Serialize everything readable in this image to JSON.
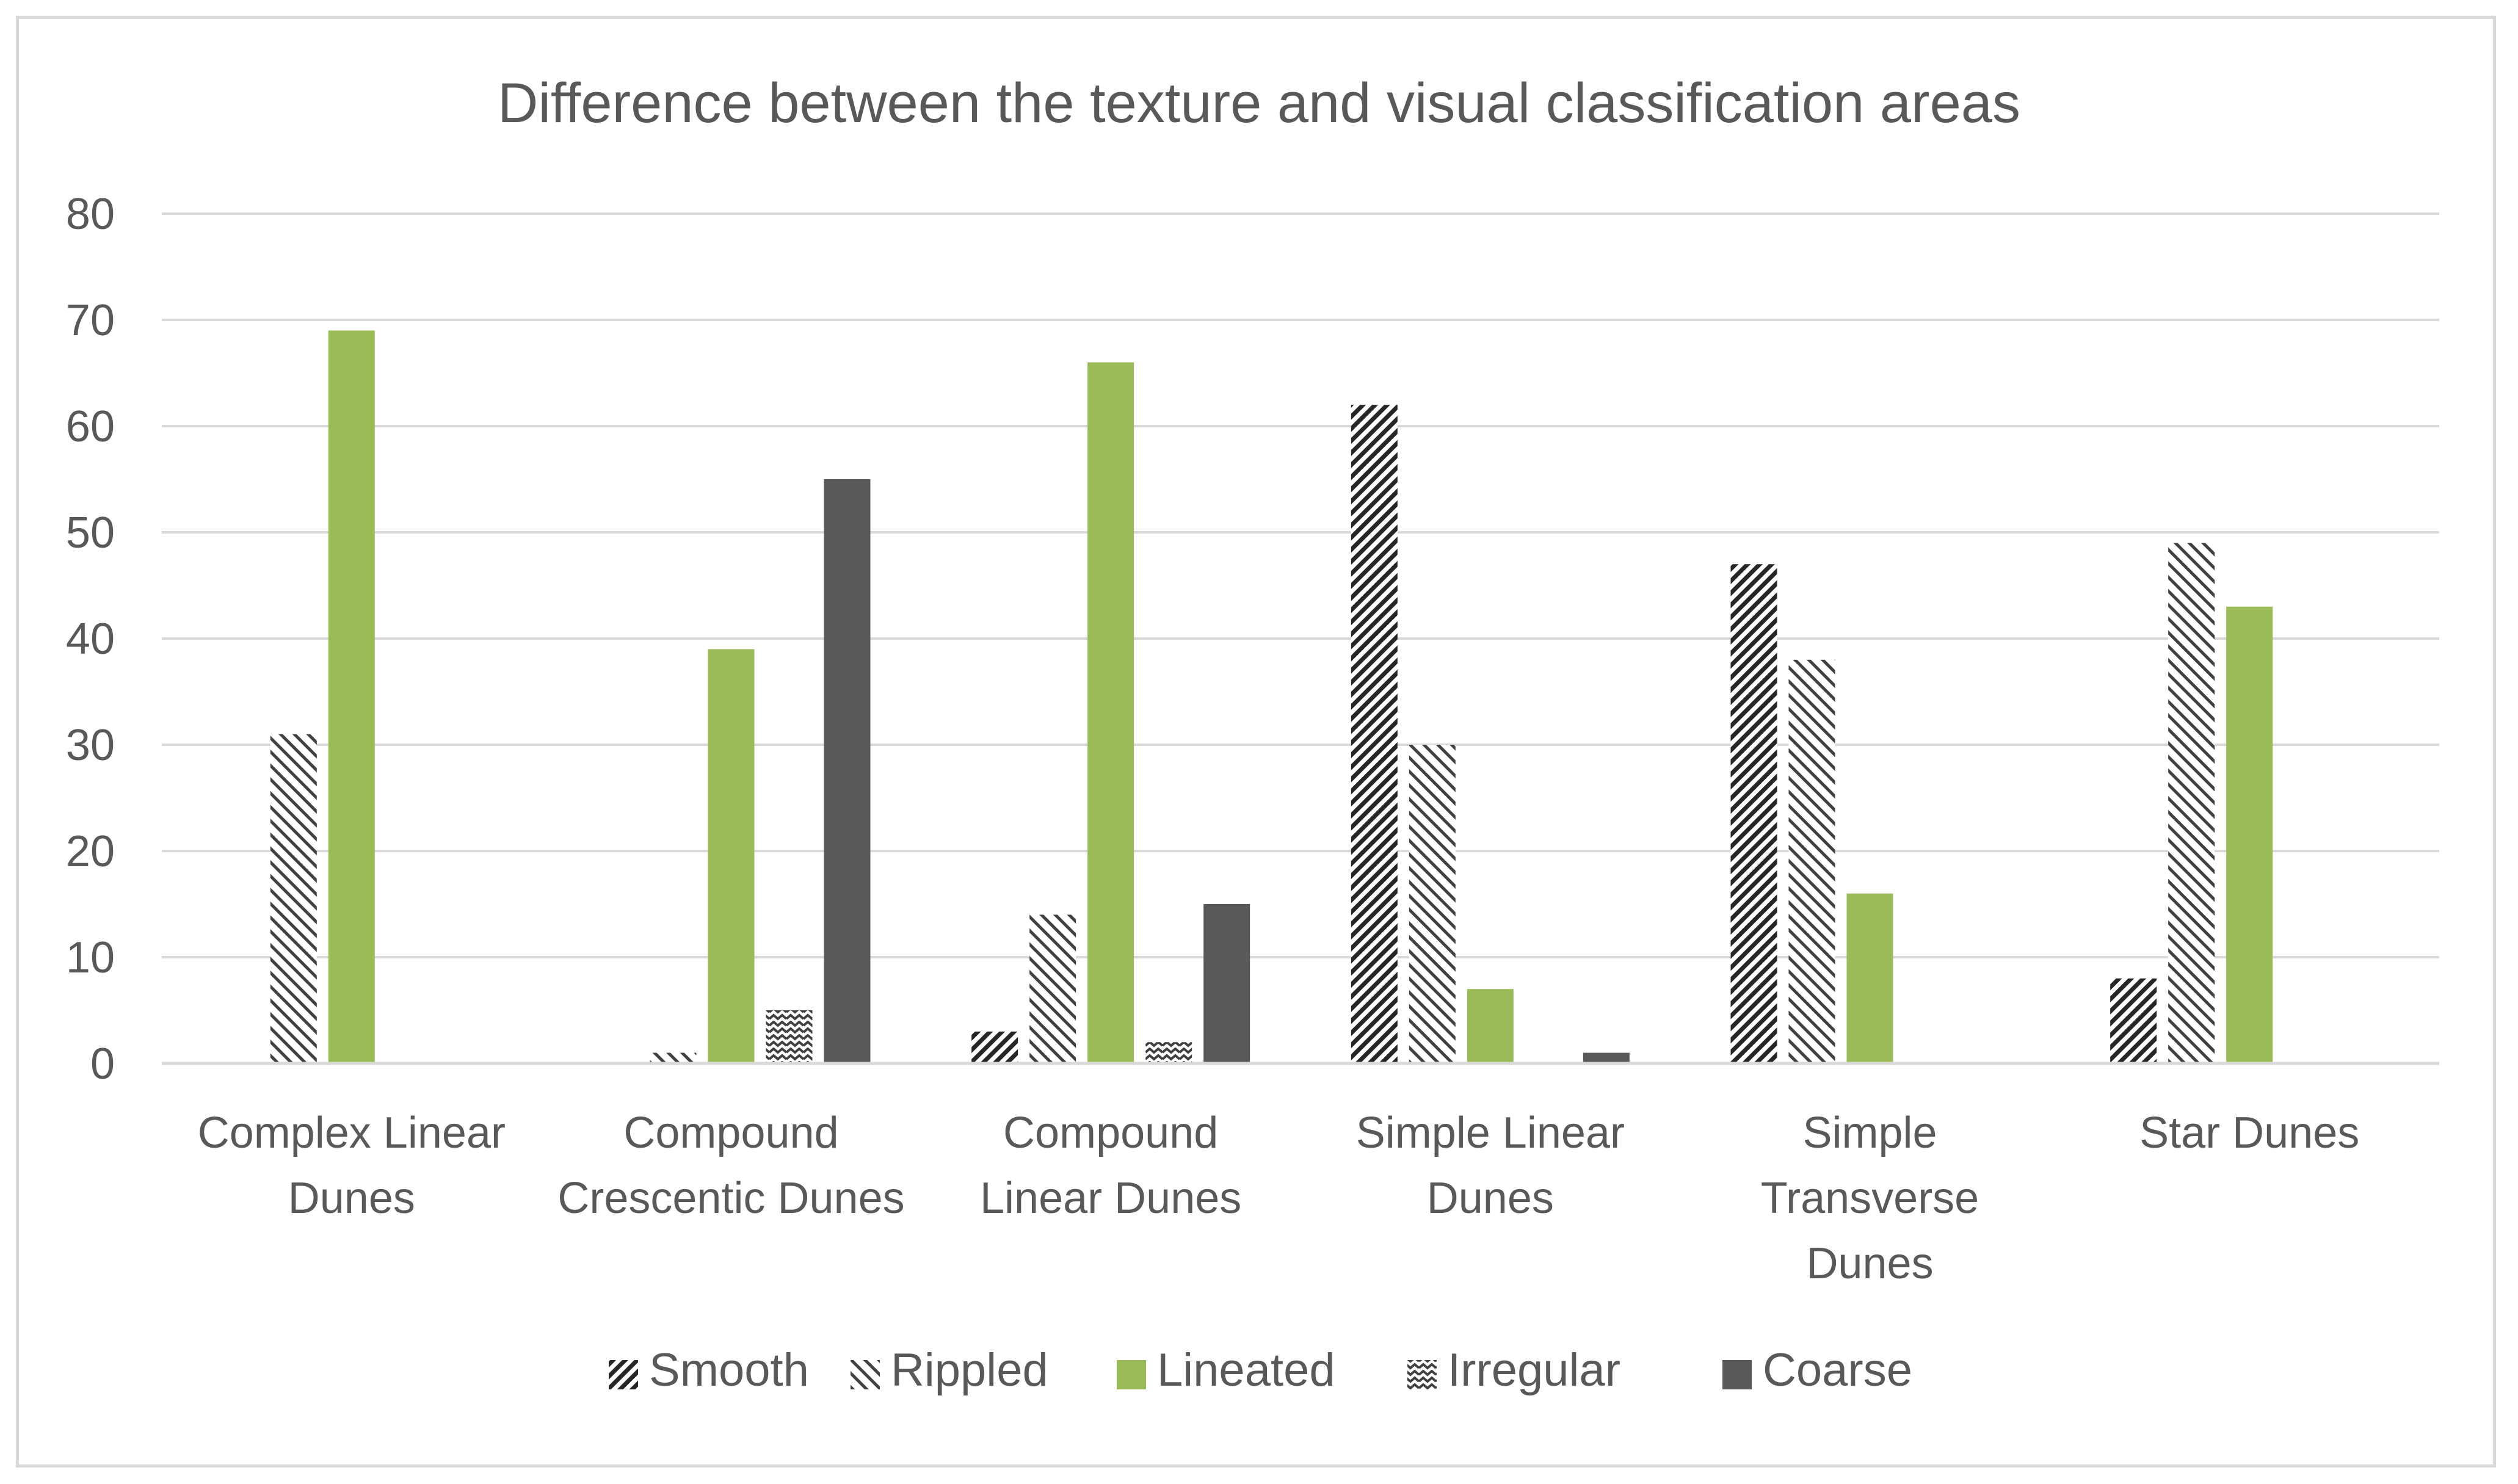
{
  "chart_data": {
    "type": "bar",
    "title": "Difference between the texture and visual classification areas",
    "xlabel": "",
    "ylabel": "",
    "ylim": [
      0,
      80
    ],
    "yticks": [
      0,
      10,
      20,
      30,
      40,
      50,
      60,
      70,
      80
    ],
    "grid": true,
    "legend_position": "bottom",
    "categories": [
      [
        "Complex Linear",
        "Dunes"
      ],
      [
        "Compound",
        "Crescentic Dunes"
      ],
      [
        "Compound",
        "Linear Dunes"
      ],
      [
        "Simple Linear",
        "Dunes"
      ],
      [
        "Simple",
        "Transverse",
        "Dunes"
      ],
      [
        "Star Dunes"
      ]
    ],
    "series": [
      {
        "name": "Smooth",
        "color": "#262626",
        "pattern": "dense-diagonal-up",
        "values": [
          0,
          0,
          3,
          62,
          47,
          8
        ]
      },
      {
        "name": "Rippled",
        "color": "#404040",
        "pattern": "wide-diagonal-down",
        "values": [
          31,
          1,
          14,
          30,
          38,
          49
        ]
      },
      {
        "name": "Lineated",
        "color": "#9bbb59",
        "pattern": "solid",
        "values": [
          69,
          39,
          66,
          7,
          16,
          43
        ]
      },
      {
        "name": "Irregular",
        "color": "#404040",
        "pattern": "zigzag",
        "values": [
          0,
          5,
          2,
          0,
          0,
          0
        ]
      },
      {
        "name": "Coarse",
        "color": "#595959",
        "pattern": "solid",
        "values": [
          0,
          55,
          15,
          1,
          0,
          0
        ]
      }
    ]
  }
}
